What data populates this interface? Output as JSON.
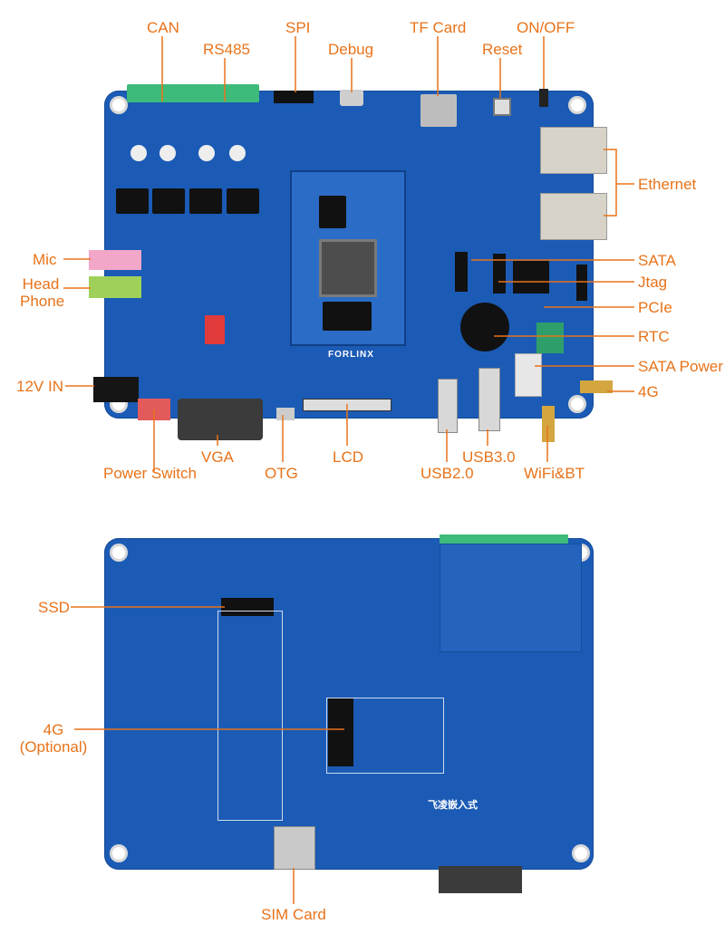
{
  "labels": {
    "can": "CAN",
    "rs485": "RS485",
    "spi": "SPI",
    "debug": "Debug",
    "tf_card": "TF Card",
    "reset": "Reset",
    "on_off": "ON/OFF",
    "ethernet": "Ethernet",
    "mic": "Mic",
    "head_phone": [
      "Head",
      "Phone"
    ],
    "sata": "SATA",
    "jtag": "Jtag",
    "pcie": "PCIe",
    "rtc": "RTC",
    "sata_power": "SATA Power",
    "four_g": "4G",
    "twelve_v_in": "12V IN",
    "vga": "VGA",
    "otg": "OTG",
    "lcd": "LCD",
    "usb20": "USB2.0",
    "usb30": "USB3.0",
    "wifi_bt": "WiFi&BT",
    "power_switch": "Power Switch",
    "ssd": "SSD",
    "four_g_optional": [
      "4G",
      "(Optional)"
    ],
    "sim_card": "SIM Card"
  },
  "board_text": {
    "brand": "FORLINX",
    "brand_back": "飞凌嵌入式"
  },
  "colors": {
    "board": "#1b5bb5",
    "label": "#e8731a",
    "green_terminal": "#3dbb7a",
    "mic_jack": "#f2a7c8",
    "headphone_jack": "#9fd15a"
  }
}
